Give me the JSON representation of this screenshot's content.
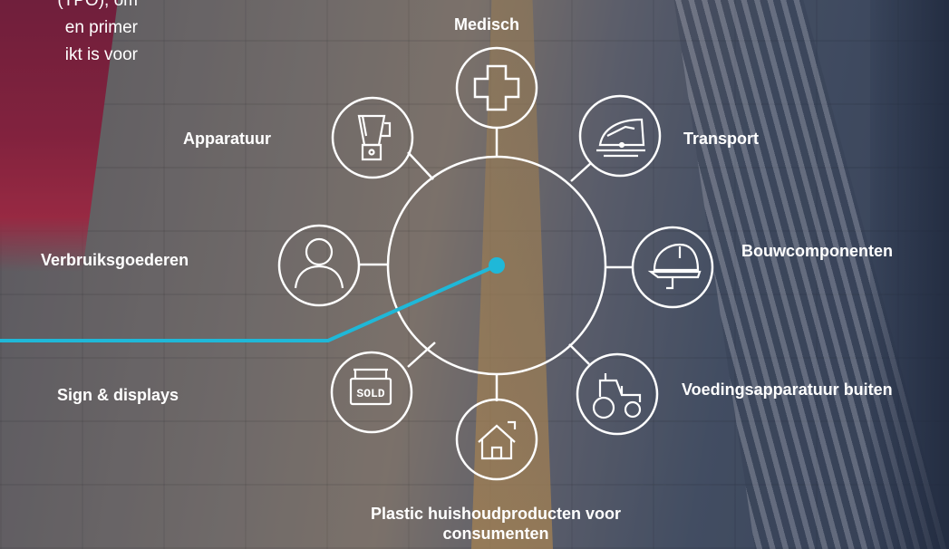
{
  "intro_lines": [
    "(TPO), om",
    "en primer",
    "ikt is voor"
  ],
  "categories": {
    "medisch": "Medisch",
    "apparatuur": "Apparatuur",
    "transport": "Transport",
    "verbruiksgoederen": "Verbruiksgoederen",
    "bouwcomponenten": "Bouwcomponenten",
    "sign_displays": "Sign & displays",
    "voeding": "Voedingsapparatuur buiten",
    "plastic": "Plastic huishoudproducten voor consumenten"
  },
  "icons": {
    "medisch": "medical-cross-icon",
    "apparatuur": "blender-icon",
    "transport": "train-icon",
    "verbruiksgoederen": "person-icon",
    "bouwcomponenten": "hard-hat-icon",
    "sign_displays": "sold-sign-icon",
    "voeding": "tractor-icon",
    "plastic": "house-icon"
  },
  "colors": {
    "accent": "#1fb8d8",
    "line": "#ffffff",
    "text": "#ffffff"
  }
}
